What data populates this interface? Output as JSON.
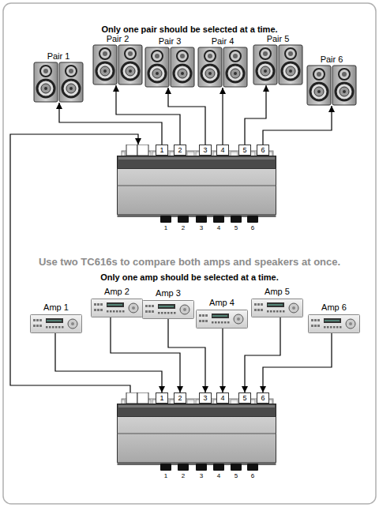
{
  "diagram": {
    "nodes": [
      {
        "text": [
          "Pair 1"
        ]
      },
      {
        "text": [
          "Pair 2"
        ]
      },
      {
        "text": [
          "Pair 3"
        ]
      },
      {
        "text": [
          "Pair 4"
        ]
      },
      {
        "text": [
          "Pair 5"
        ]
      },
      {
        "text": [
          "Pair 6"
        ]
      },
      {
        "text": [
          "1",
          "2",
          "3",
          "4",
          "5",
          "6"
        ]
      },
      {
        "text": [
          "1"
        ],
        "in": 6
      },
      {
        "text": [
          "2"
        ],
        "in": 6
      },
      {
        "text": [
          "3"
        ],
        "in": 6
      },
      {
        "text": [
          "4"
        ],
        "in": 6
      },
      {
        "text": [
          "5"
        ],
        "in": 6
      },
      {
        "text": [
          "6"
        ],
        "in": 6
      },
      {
        "text": [
          "Amp 1"
        ]
      },
      {
        "text": [
          "Amp 2"
        ]
      },
      {
        "text": [
          "Amp 3"
        ]
      },
      {
        "text": [
          "Amp 4"
        ]
      },
      {
        "text": [
          "Amp 5"
        ]
      },
      {
        "text": [
          "Amp 6"
        ]
      },
      {
        "text": [
          "1",
          "2",
          "3",
          "4",
          "5",
          "6"
        ]
      },
      {
        "text": [
          "1"
        ],
        "in": 19
      },
      {
        "text": [
          "2"
        ],
        "in": 19
      },
      {
        "text": [
          "3"
        ],
        "in": 19
      },
      {
        "text": [
          "4"
        ],
        "in": 19
      },
      {
        "text": [
          "5"
        ],
        "in": 19
      },
      {
        "text": [
          "6"
        ],
        "in": 19
      }
    ],
    "edges": [
      {
        "from": 7,
        "to": 0,
        "arrow": "to"
      },
      {
        "from": 8,
        "to": 1,
        "arrow": "to"
      },
      {
        "from": 9,
        "to": 2,
        "arrow": "to"
      },
      {
        "from": 10,
        "to": 3,
        "arrow": "to"
      },
      {
        "from": 11,
        "to": 4,
        "arrow": "to"
      },
      {
        "from": 12,
        "to": 5,
        "arrow": "to"
      },
      {
        "from": 13,
        "to": 20,
        "arrow": "to"
      },
      {
        "from": 14,
        "to": 21,
        "arrow": "to"
      },
      {
        "from": 15,
        "to": 22,
        "arrow": "to"
      },
      {
        "from": 16,
        "to": 23,
        "arrow": "to"
      },
      {
        "from": 17,
        "to": 24,
        "arrow": "to"
      },
      {
        "from": 18,
        "to": 25,
        "arrow": "to"
      },
      {
        "from": 19,
        "to": 6,
        "arrow": "to"
      }
    ],
    "labels": [
      "Only one pair should be selected at a time.",
      "Use two TC616s to compare both amps and speakers at once.",
      "Only one amp should be selected at a time."
    ]
  }
}
